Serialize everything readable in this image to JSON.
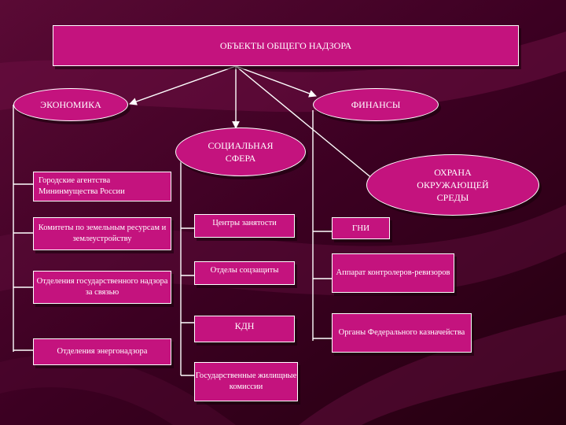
{
  "title": "ОБЪЕКТЫ ОБЩЕГО НАДЗОРА",
  "categories": {
    "economy": "ЭКОНОМИКА",
    "finance": "ФИНАНСЫ",
    "social": "СОЦИАЛЬНАЯ СФЕРА",
    "environment": "ОХРАНА ОКРУЖАЮЩЕЙ СРЕДЫ"
  },
  "economy_items": [
    "Городские агентства Мининмущества России",
    "Комитеты по земельным ресурсам и землеустройству",
    "Отделения государственного надзора за связью",
    "Отделения энергонадзора"
  ],
  "social_items": [
    "Центры занятости",
    "Отделы соцзащиты",
    "КДН",
    "Государственные жилищные комиссии"
  ],
  "environment_items": [
    "ГНИ",
    "Аппарат контролеров-ревизоров",
    "Органы Федерального казначейства"
  ],
  "colors": {
    "box_fill": "#c4137e",
    "border": "#ffffff",
    "background": "#3a0020"
  }
}
